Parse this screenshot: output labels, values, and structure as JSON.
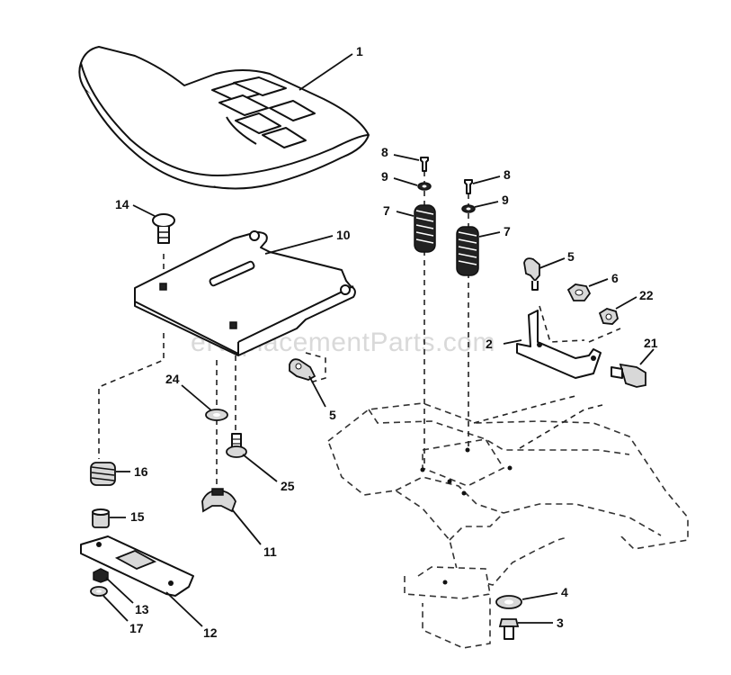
{
  "watermark": "eReplacementParts.com",
  "callouts": {
    "c1": "1",
    "c14": "14",
    "c10": "10",
    "c8a": "8",
    "c9a": "9",
    "c7a": "7",
    "c8b": "8",
    "c9b": "9",
    "c7b": "7",
    "c5a": "5",
    "c6": "6",
    "c22": "22",
    "c2": "2",
    "c21": "21",
    "c5b": "5",
    "c24": "24",
    "c25": "25",
    "c16": "16",
    "c15": "15",
    "c11": "11",
    "c13": "13",
    "c17": "17",
    "c12": "12",
    "c4": "4",
    "c3": "3"
  }
}
